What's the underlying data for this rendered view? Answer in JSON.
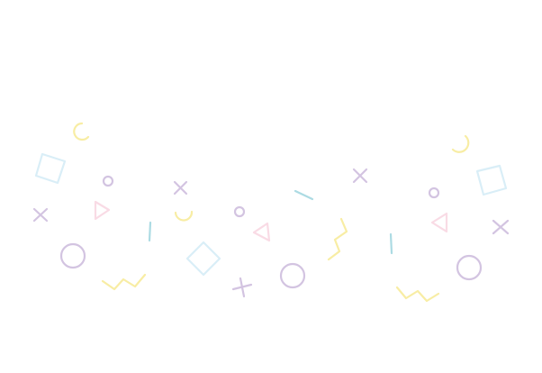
{
  "background": "#ffffff",
  "colors": {
    "purple": "#d3c4e1",
    "yellow": "#f8eda4",
    "blue": "#d9eef7",
    "pink": "#f9dbe5",
    "teal": "#acdbe3"
  },
  "shapes": [
    "circle",
    "ring-arc",
    "square",
    "diamond",
    "triangle",
    "cross",
    "zigzag",
    "line"
  ]
}
